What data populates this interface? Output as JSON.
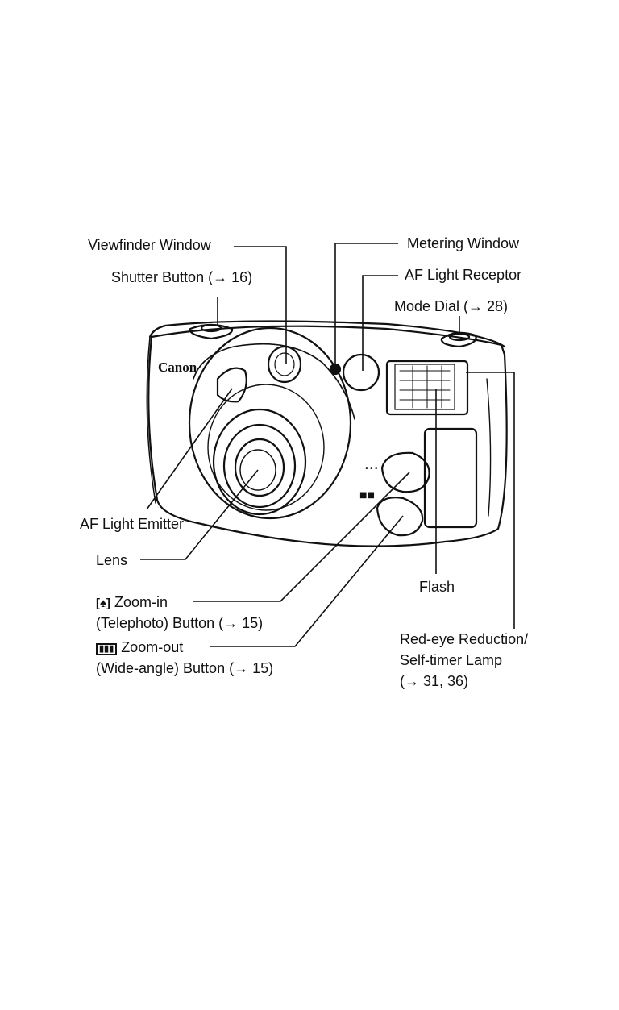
{
  "camera": {
    "brand": "Canon"
  },
  "labels": {
    "viewfinder_window": "Viewfinder Window",
    "shutter_button": "Shutter Button (→ 16)",
    "metering_window": "Metering Window",
    "af_light_receptor": "AF Light Receptor",
    "mode_dial": "Mode Dial (→ 28)",
    "af_light_emitter": "AF Light Emitter",
    "lens": "Lens",
    "zoom_in_icon": "[♠]",
    "zoom_in_1": "Zoom-in",
    "zoom_in_2": "(Telephoto) Button (→ 15)",
    "zoom_out_icon": "▮▮▮",
    "zoom_out_1": "Zoom-out",
    "zoom_out_2": "(Wide-angle) Button (→ 15)",
    "flash": "Flash",
    "red_eye_1": "Red-eye Reduction/",
    "red_eye_2": "Self-timer Lamp",
    "red_eye_3": "(→ 31, 36)"
  }
}
